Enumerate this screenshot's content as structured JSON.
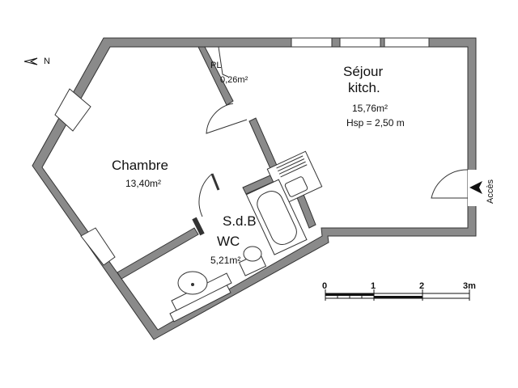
{
  "plan": {
    "north_label": "N",
    "entrance_label": "Accès",
    "rooms": [
      {
        "name": "Séjour",
        "name_line2": "kitch.",
        "area": "15,76m²",
        "extra": "Hsp = 2,50 m"
      },
      {
        "name": "Chambre",
        "area": "13,40m²"
      },
      {
        "name": "S.d.B",
        "name_line2": "WC",
        "area": "5,21m²"
      },
      {
        "name": "PL",
        "area": "0,26m²"
      }
    ],
    "scale_bar": {
      "labels": [
        "0",
        "1",
        "2",
        "3m"
      ]
    }
  }
}
